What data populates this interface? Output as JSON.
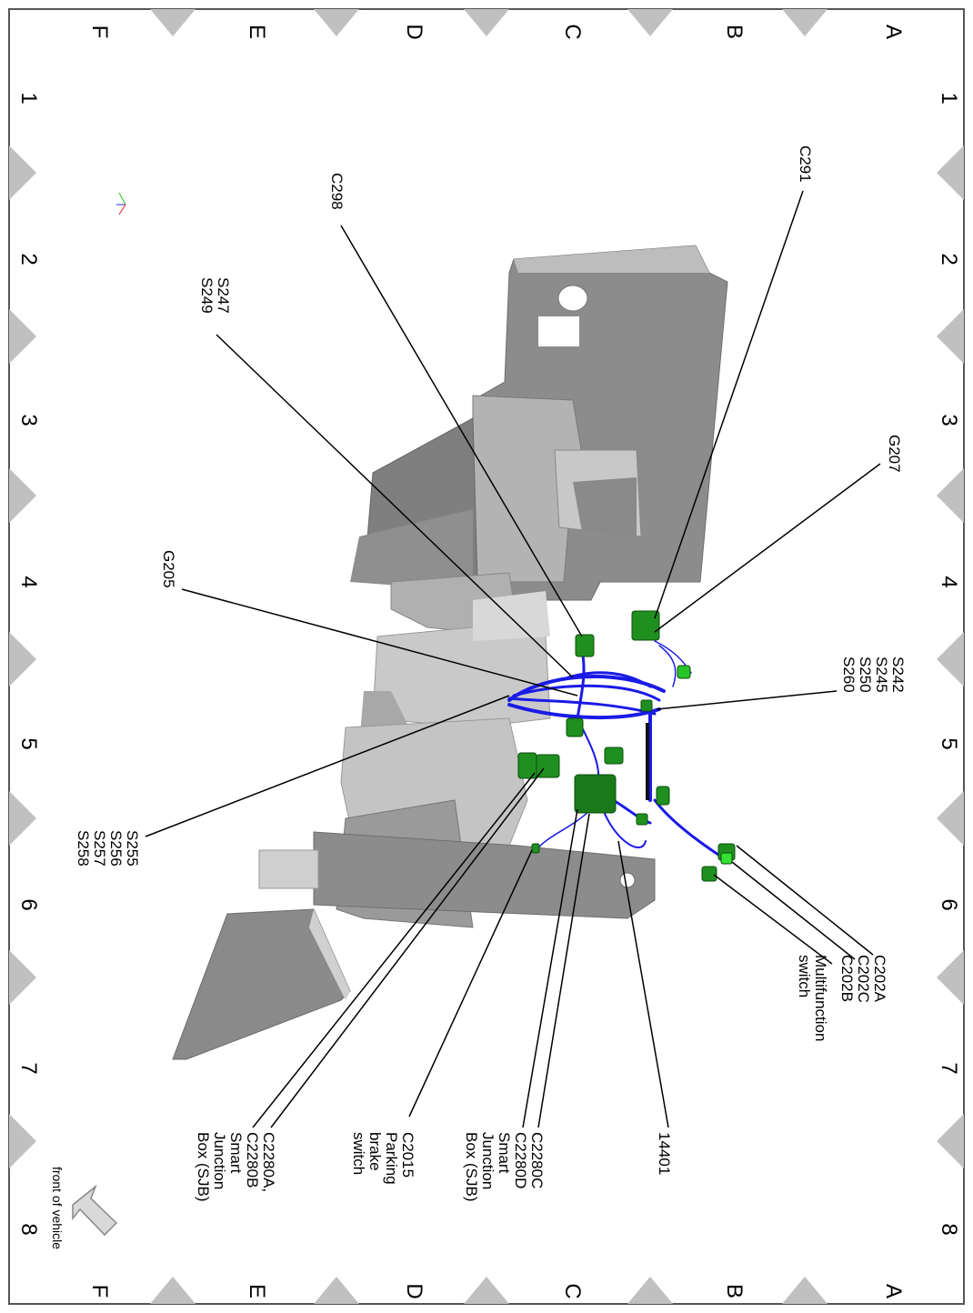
{
  "grid": {
    "rows": [
      "A",
      "B",
      "C",
      "D",
      "E",
      "F"
    ],
    "columns": [
      "1",
      "2",
      "3",
      "4",
      "5",
      "6",
      "7",
      "8"
    ]
  },
  "labels": {
    "c291": "C291",
    "c298": "C298",
    "s247": [
      "S247",
      "S249"
    ],
    "g205": "G205",
    "s255": [
      "S255",
      "S256",
      "S257",
      "S258"
    ],
    "g207": "G207",
    "s242": [
      "S242",
      "S245",
      "S250",
      "S260"
    ],
    "c202": [
      "C202A",
      "C202C",
      "C202B",
      "Multifunction",
      "switch"
    ],
    "part_14401": "14401",
    "c2280cd": [
      "C2280C",
      "C2280D",
      "Smart",
      "Junction",
      "Box (SJB)"
    ],
    "c2015": [
      "C2015",
      "Parking",
      "brake",
      "switch"
    ],
    "c2280ab": [
      "C2280A,",
      "C2280B",
      "Smart",
      "Junction",
      "Box (SJB)"
    ]
  },
  "front_of_vehicle": "front of vehicle",
  "colors": {
    "panel_dark": "#8c8c8c",
    "panel_mid": "#a6a6a6",
    "panel_light": "#cfcfcf",
    "harness": "#1a1ae6",
    "connector": "#1f8f1f",
    "border_marker": "#c0c0c0"
  }
}
